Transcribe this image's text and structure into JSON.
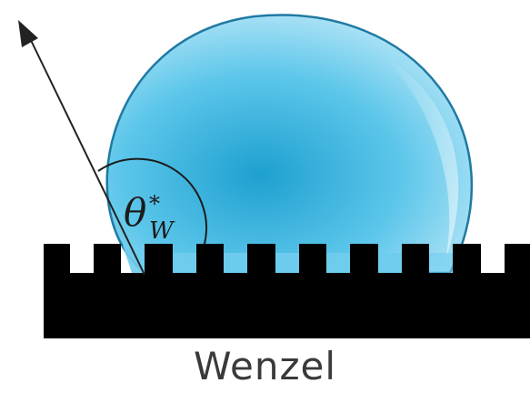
{
  "caption": "Wenzel",
  "angle_label": {
    "symbol": "θ",
    "subscript": "W",
    "superscript": "*"
  },
  "colors": {
    "droplet_light": "#cfeefb",
    "droplet_mid": "#5cc6ea",
    "droplet_deep": "#1ea0d0",
    "droplet_outline": "#1f7aa3",
    "surface": "#000000",
    "arrow": "#222222",
    "text": "#3a3a3a"
  }
}
